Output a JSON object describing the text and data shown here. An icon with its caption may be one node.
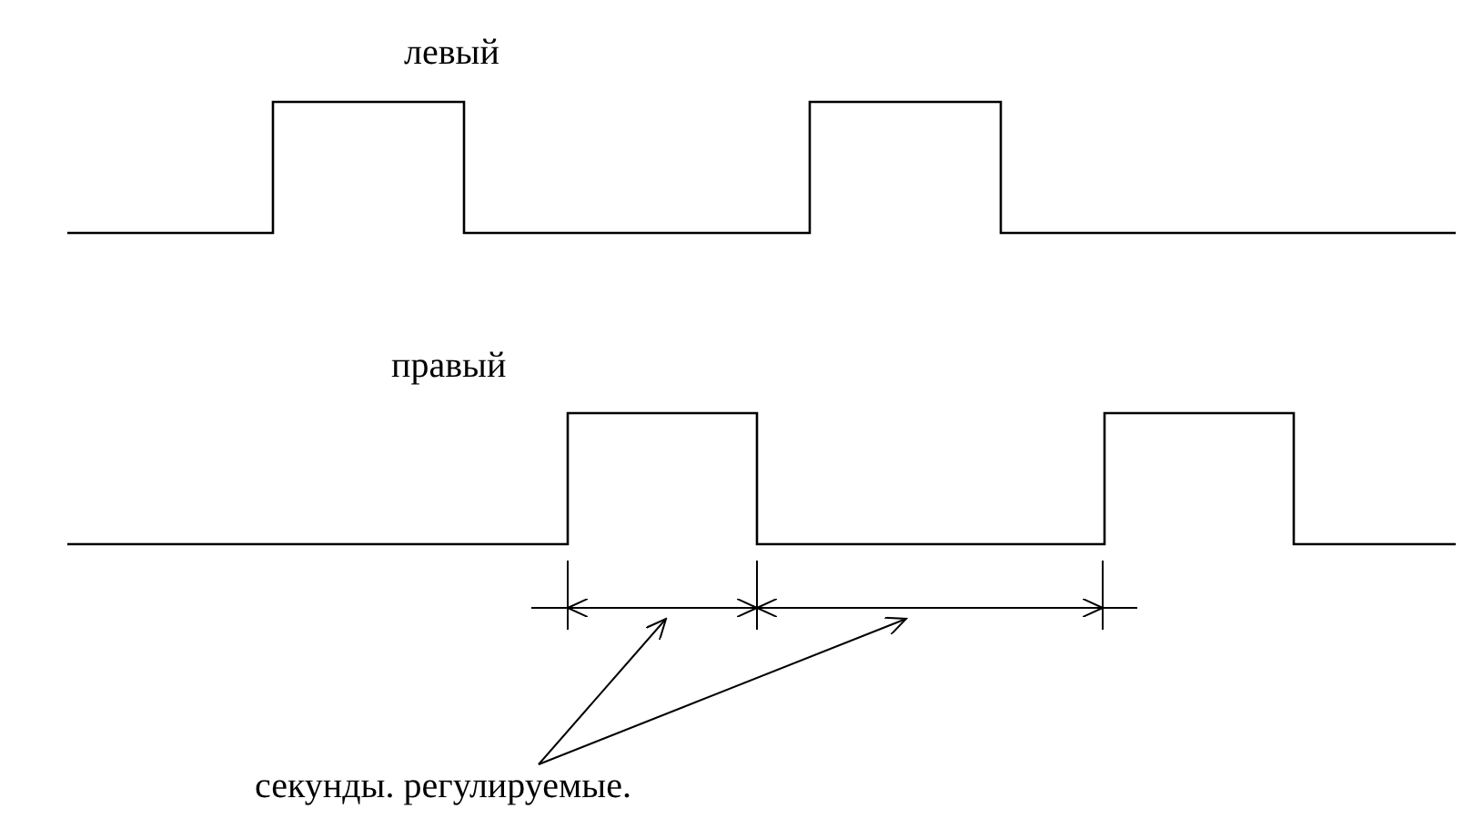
{
  "diagram": {
    "nodes": [
      {
        "text": [
          "секунды. регулируемые."
        ]
      },
      {
        "text": [],
        "shape": "line"
      },
      {
        "text": [],
        "shape": "line"
      }
    ],
    "edges": [
      {
        "from": 0,
        "to": 1,
        "arrow": "to"
      },
      {
        "from": 0,
        "to": 2,
        "arrow": "to"
      }
    ],
    "labels": [
      "левый",
      "правый"
    ]
  }
}
